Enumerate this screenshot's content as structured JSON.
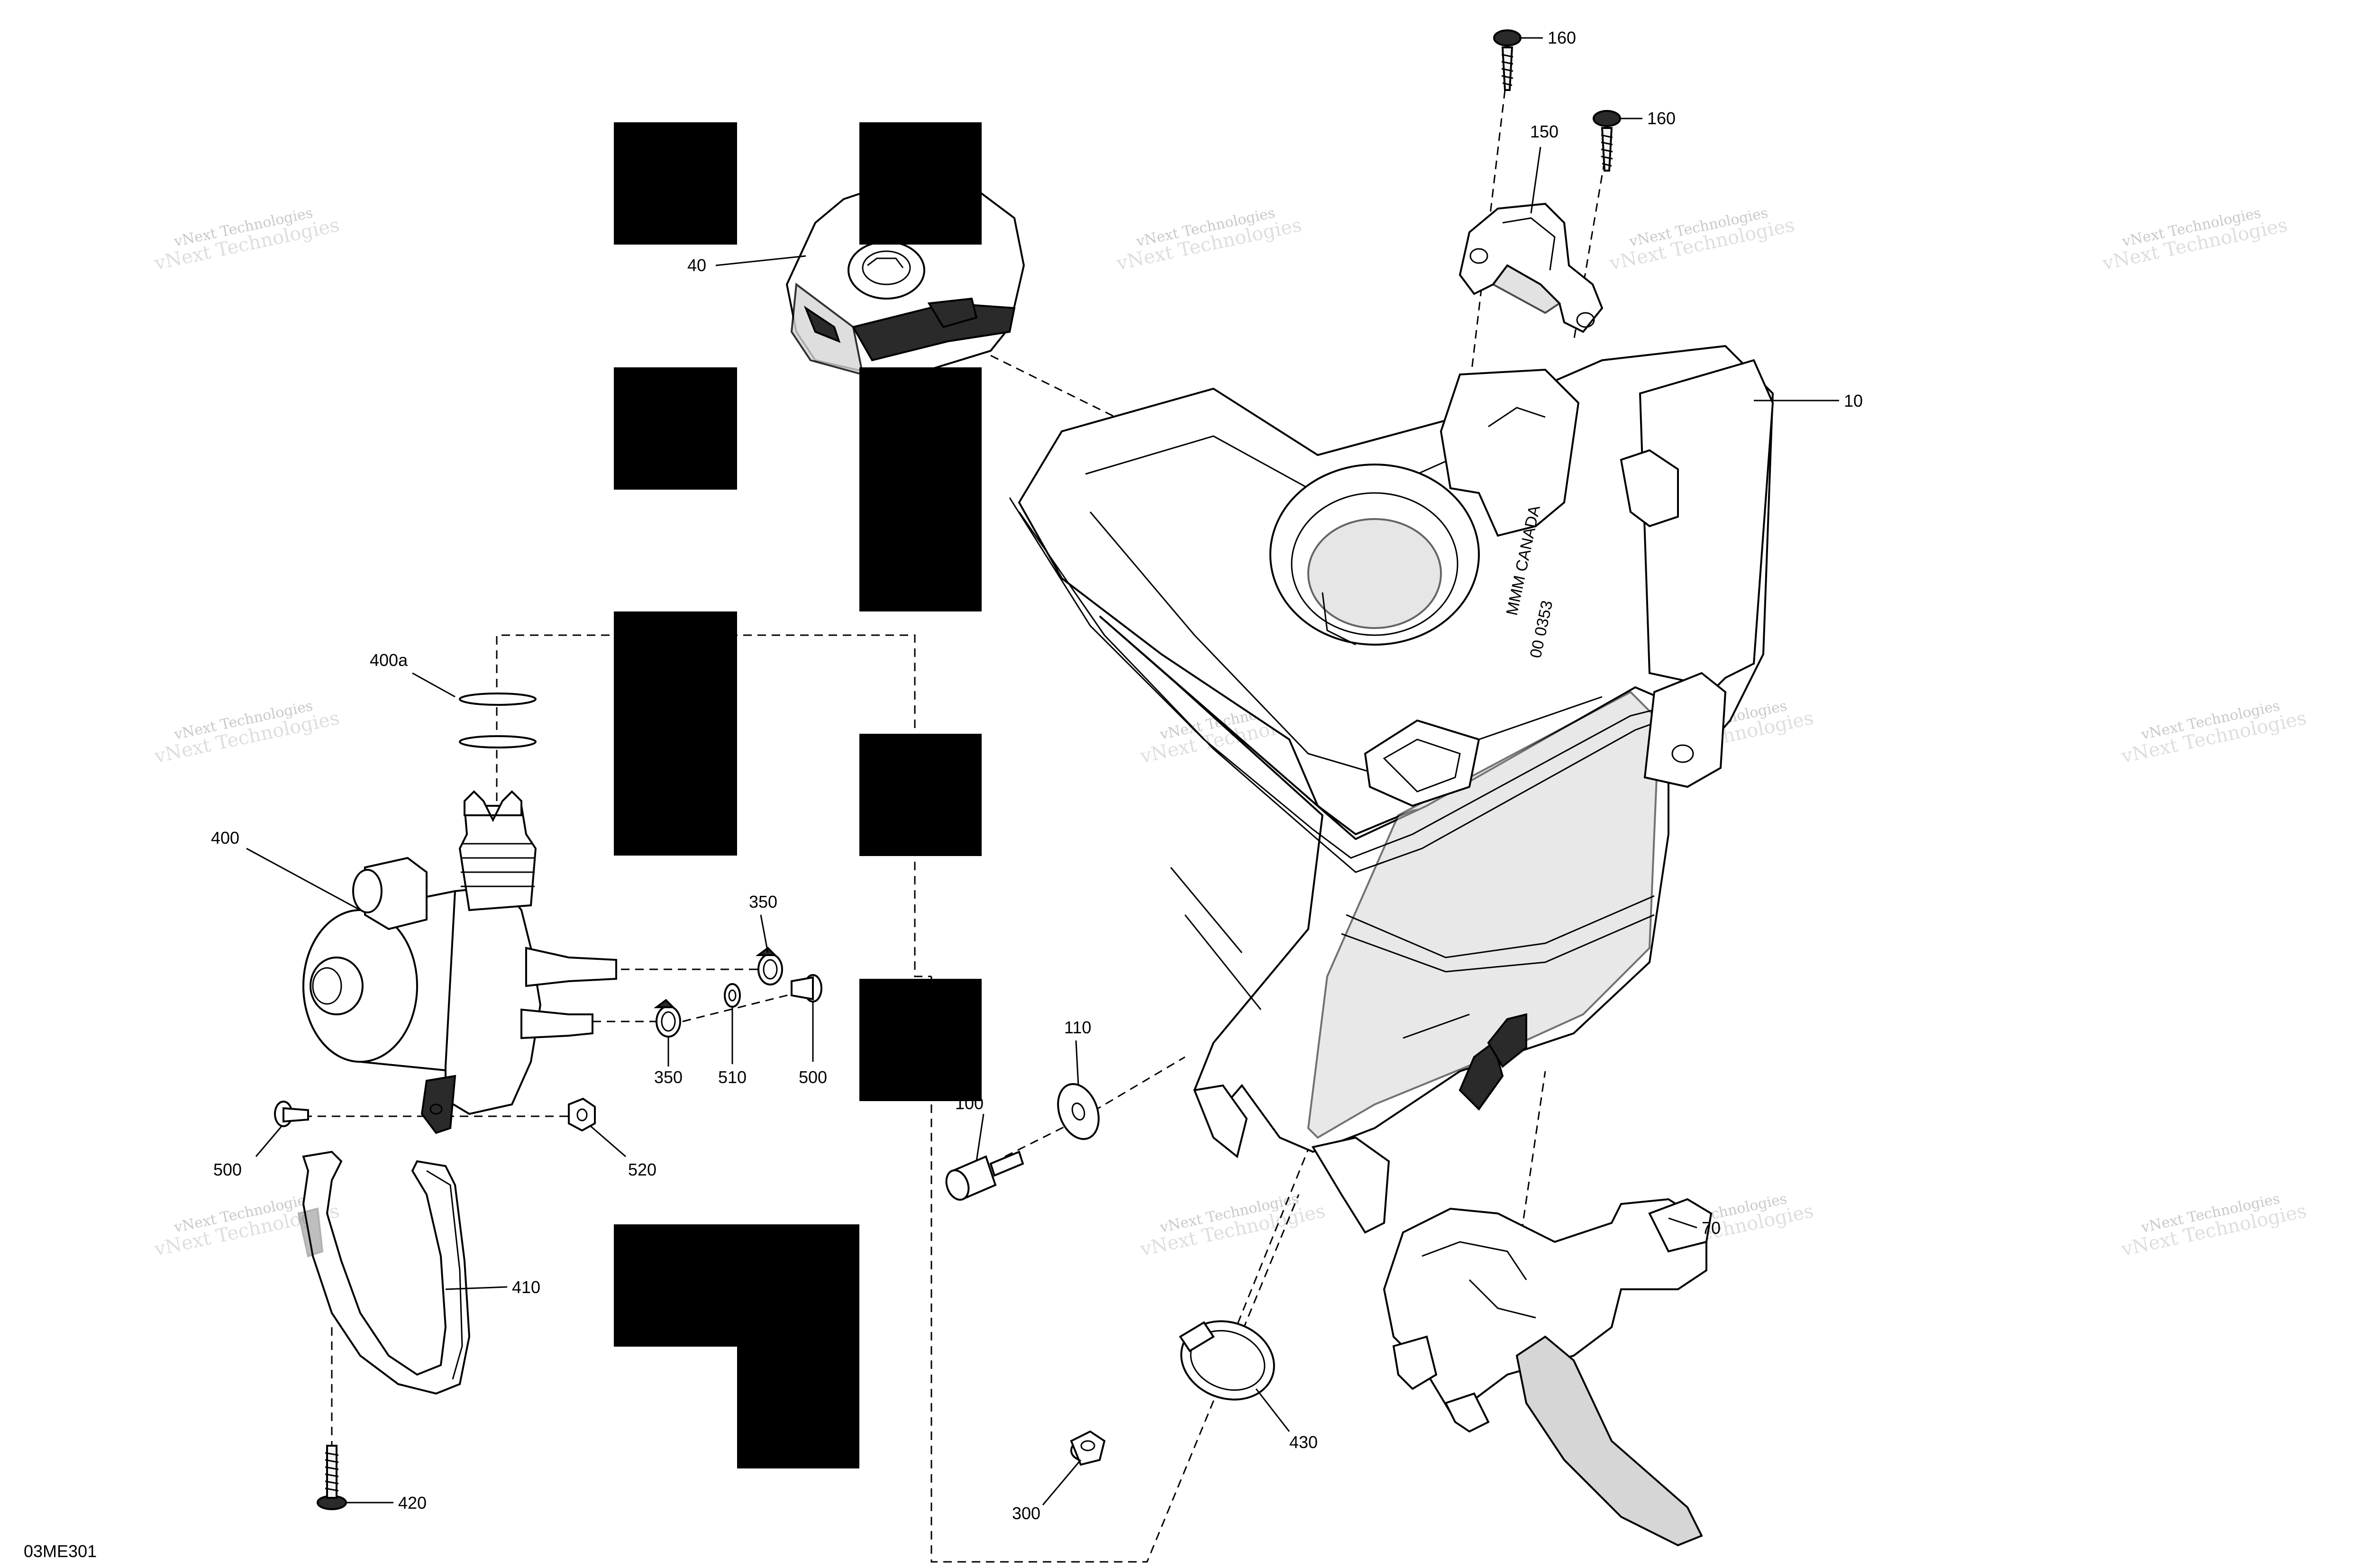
{
  "diagram_code": "03ME301",
  "watermark": {
    "line1": "vNext Technologies",
    "line2": "vNext Technologies"
  },
  "callouts": {
    "c10": "10",
    "c40": "40",
    "c70": "70",
    "c100": "100",
    "c110": "110",
    "c150": "150",
    "c160a": "160",
    "c160b": "160",
    "c300": "300",
    "c350a": "350",
    "c350b": "350",
    "c400": "400",
    "c400a": "400a",
    "c410": "410",
    "c420": "420",
    "c430": "430",
    "c500a": "500",
    "c500b": "500",
    "c510": "510",
    "c520": "520"
  },
  "colors": {
    "line": "#000000",
    "part_fill": "#f4f4f4",
    "shade": "#d6d6d6",
    "watermark": "#c9c9c9",
    "redaction": "#000000"
  }
}
